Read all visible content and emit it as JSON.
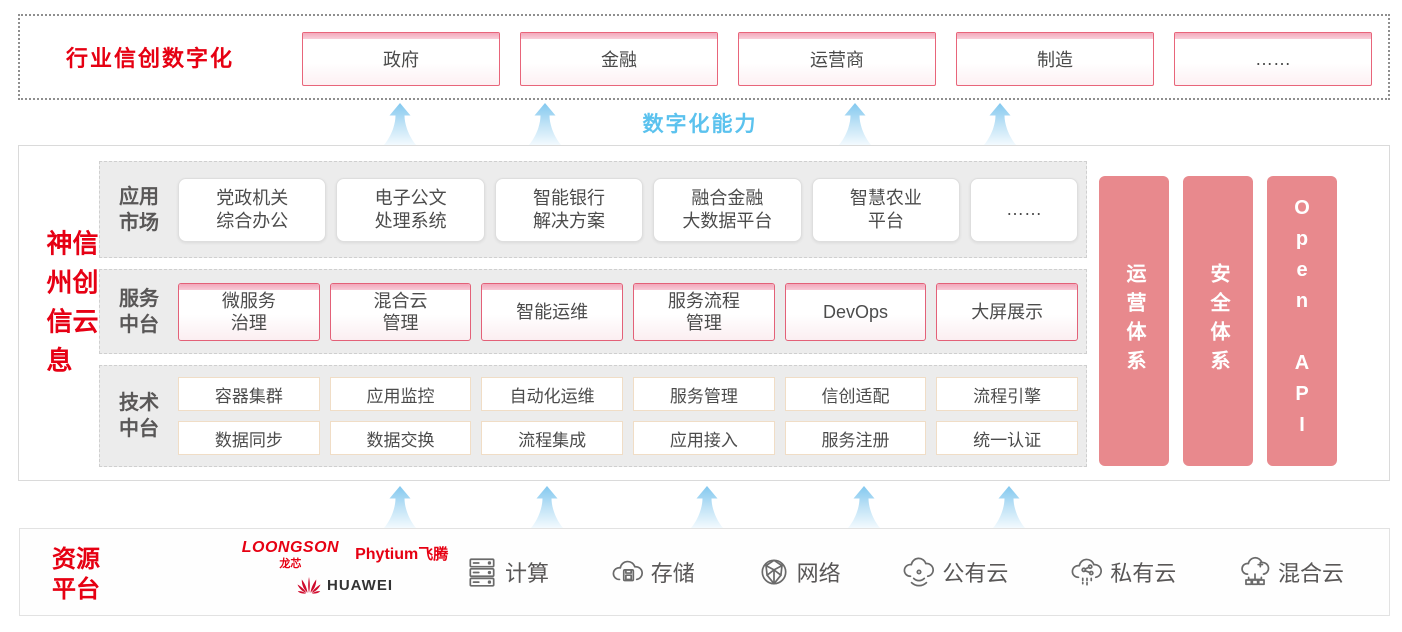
{
  "colors": {
    "brand_red": "#e60012",
    "pillar_pink": "#e8898d",
    "capability_blue": "#5bc2ee",
    "box_border_pink": "#e36178",
    "row_bg": "#ececec"
  },
  "top_banner": {
    "label": "行业信创数字化",
    "items": [
      "政府",
      "金融",
      "运营商",
      "制造",
      "……"
    ]
  },
  "capability": {
    "label": "数字化能力"
  },
  "platform": {
    "title": "神州信息信创云",
    "rows": [
      {
        "label": "应用\n市场",
        "items": [
          "党政机关\n综合办公",
          "电子公文\n处理系统",
          "智能银行\n解决方案",
          "融合金融\n大数据平台",
          "智慧农业\n平台",
          "……"
        ]
      },
      {
        "label": "服务\n中台",
        "items": [
          "微服务\n治理",
          "混合云\n管理",
          "智能运维",
          "服务流程\n管理",
          "DevOps",
          "大屏展示"
        ]
      },
      {
        "label": "技术\n中台",
        "items_top": [
          "容器集群",
          "应用监控",
          "自动化运维",
          "服务管理",
          "信创适配",
          "流程引擎"
        ],
        "items_bottom": [
          "数据同步",
          "数据交换",
          "流程集成",
          "应用接入",
          "服务注册",
          "统一认证"
        ]
      }
    ],
    "pillars": [
      "运营体系",
      "安全体系",
      "Open API"
    ]
  },
  "resources": {
    "label": "资源\n平台",
    "vendors": {
      "loongson": "LOONGSON",
      "loongson_sub": "龙芯",
      "phytium": "Phytium",
      "phytium_sub": "飞腾",
      "huawei": "HUAWEI"
    },
    "items": [
      {
        "icon": "compute-icon",
        "label": "计算"
      },
      {
        "icon": "storage-icon",
        "label": "存储"
      },
      {
        "icon": "network-icon",
        "label": "网络"
      },
      {
        "icon": "public-cloud-icon",
        "label": "公有云"
      },
      {
        "icon": "private-cloud-icon",
        "label": "私有云"
      },
      {
        "icon": "hybrid-cloud-icon",
        "label": "混合云"
      }
    ]
  }
}
